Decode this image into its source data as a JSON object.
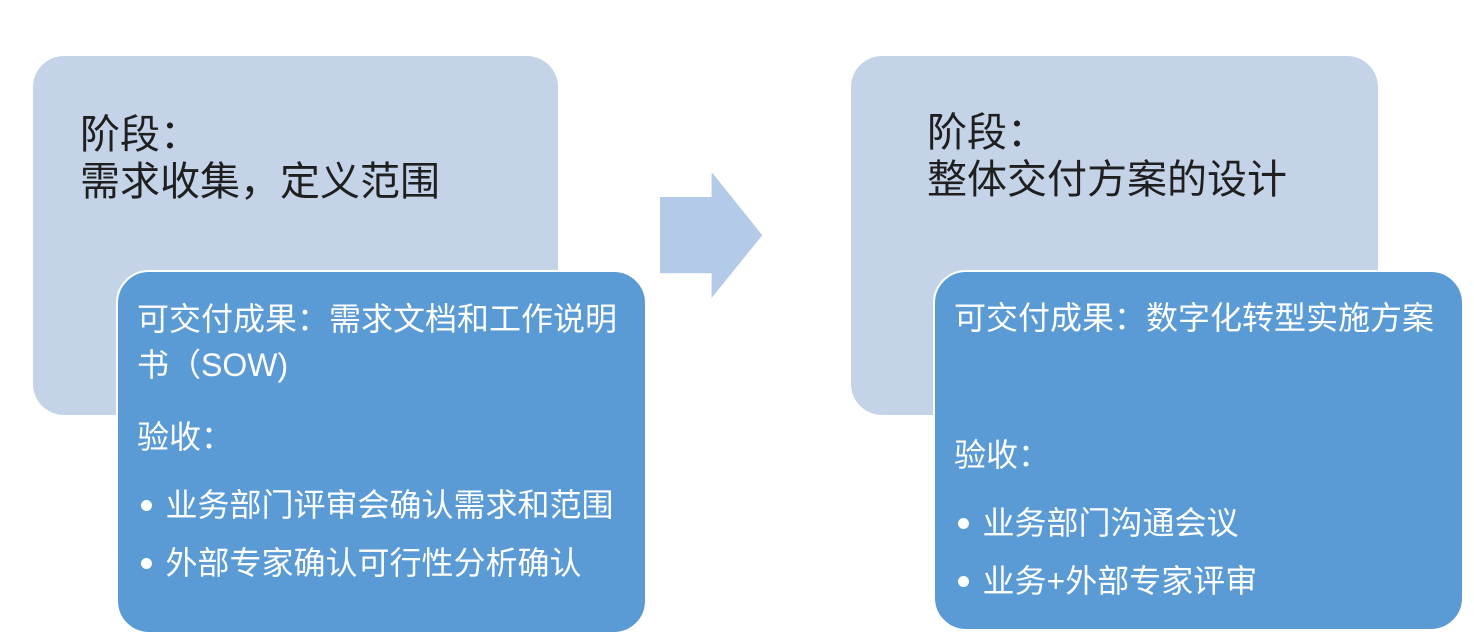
{
  "colors": {
    "background": "#ffffff",
    "stage_fill": "#c5d3e9",
    "arrow_fill": "#b4cae9",
    "detail_fill": "#5b9bd5",
    "detail_border": "#ffffff",
    "title_text": "#1f1f1f",
    "detail_text": "#ffffff"
  },
  "stages": [
    {
      "title": {
        "line1": "阶段：",
        "line2": "需求收集，定义范围"
      },
      "detail": {
        "deliverable": "可交付成果：需求文档和工作说明书（SOW)",
        "acceptance_label": "验收：",
        "bullets": [
          "业务部门评审会确认需求和范围",
          "外部专家确认可行性分析确认"
        ]
      }
    },
    {
      "title": {
        "line1": "阶段：",
        "line2": "整体交付方案的设计"
      },
      "detail": {
        "deliverable": "可交付成果：数字化转型实施方案",
        "acceptance_label": "验收：",
        "bullets": [
          "业务部门沟通会议",
          "业务+外部专家评审"
        ]
      }
    }
  ],
  "connector": {
    "type": "block-arrow-right"
  }
}
